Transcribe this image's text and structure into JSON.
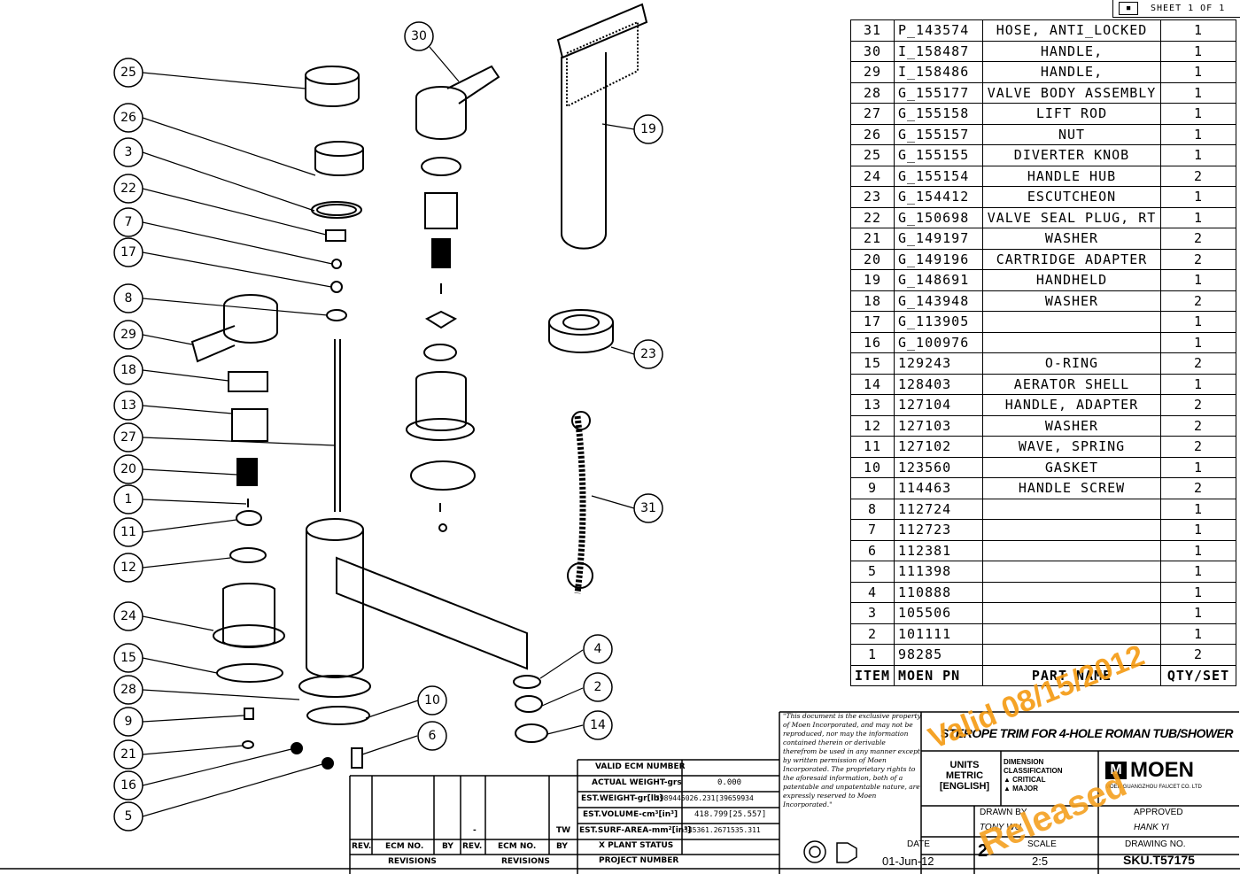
{
  "sheet": {
    "label": "SHEET 1 OF 1"
  },
  "bom": {
    "header": {
      "item": "ITEM",
      "pn": "MOEN PN",
      "name": "PART  NAME",
      "qty": "QTY/SET"
    },
    "rows": [
      {
        "item": "31",
        "pn": "P_143574",
        "name": "HOSE, ANTI_LOCKED",
        "qty": "1"
      },
      {
        "item": "30",
        "pn": "I_158487",
        "name": "HANDLE,",
        "qty": "1"
      },
      {
        "item": "29",
        "pn": "I_158486",
        "name": "HANDLE,",
        "qty": "1"
      },
      {
        "item": "28",
        "pn": "G_155177",
        "name": "VALVE BODY ASSEMBLY",
        "qty": "1"
      },
      {
        "item": "27",
        "pn": "G_155158",
        "name": "LIFT ROD",
        "qty": "1"
      },
      {
        "item": "26",
        "pn": "G_155157",
        "name": "NUT",
        "qty": "1"
      },
      {
        "item": "25",
        "pn": "G_155155",
        "name": "DIVERTER KNOB",
        "qty": "1"
      },
      {
        "item": "24",
        "pn": "G_155154",
        "name": "HANDLE HUB",
        "qty": "2"
      },
      {
        "item": "23",
        "pn": "G_154412",
        "name": "ESCUTCHEON",
        "qty": "1"
      },
      {
        "item": "22",
        "pn": "G_150698",
        "name": "VALVE SEAL PLUG, RT",
        "qty": "1"
      },
      {
        "item": "21",
        "pn": "G_149197",
        "name": "WASHER",
        "qty": "2"
      },
      {
        "item": "20",
        "pn": "G_149196",
        "name": "CARTRIDGE ADAPTER",
        "qty": "2"
      },
      {
        "item": "19",
        "pn": "G_148691",
        "name": "HANDHELD",
        "qty": "1"
      },
      {
        "item": "18",
        "pn": "G_143948",
        "name": "WASHER",
        "qty": "2"
      },
      {
        "item": "17",
        "pn": "G_113905",
        "name": "",
        "qty": "1"
      },
      {
        "item": "16",
        "pn": "G_100976",
        "name": "",
        "qty": "1"
      },
      {
        "item": "15",
        "pn": "129243",
        "name": "O-RING",
        "qty": "2"
      },
      {
        "item": "14",
        "pn": "128403",
        "name": "AERATOR SHELL",
        "qty": "1"
      },
      {
        "item": "13",
        "pn": "127104",
        "name": "HANDLE, ADAPTER",
        "qty": "2"
      },
      {
        "item": "12",
        "pn": "127103",
        "name": "WASHER",
        "qty": "2"
      },
      {
        "item": "11",
        "pn": "127102",
        "name": "WAVE, SPRING",
        "qty": "2"
      },
      {
        "item": "10",
        "pn": "123560",
        "name": "GASKET",
        "qty": "1"
      },
      {
        "item": "9",
        "pn": "114463",
        "name": "HANDLE SCREW",
        "qty": "2"
      },
      {
        "item": "8",
        "pn": "112724",
        "name": "",
        "qty": "1"
      },
      {
        "item": "7",
        "pn": "112723",
        "name": "",
        "qty": "1"
      },
      {
        "item": "6",
        "pn": "112381",
        "name": "",
        "qty": "1"
      },
      {
        "item": "5",
        "pn": "111398",
        "name": "",
        "qty": "1"
      },
      {
        "item": "4",
        "pn": "110888",
        "name": "",
        "qty": "1"
      },
      {
        "item": "3",
        "pn": "105506",
        "name": "",
        "qty": "1"
      },
      {
        "item": "2",
        "pn": "101111",
        "name": "",
        "qty": "1"
      },
      {
        "item": "1",
        "pn": "98285",
        "name": "",
        "qty": "2"
      }
    ]
  },
  "balloons": [
    "25",
    "26",
    "3",
    "22",
    "7",
    "17",
    "8",
    "29",
    "18",
    "13",
    "27",
    "20",
    "1",
    "11",
    "12",
    "24",
    "15",
    "28",
    "9",
    "21",
    "16",
    "5",
    "30",
    "19",
    "23",
    "31",
    "4",
    "2",
    "14",
    "10",
    "6"
  ],
  "title_block": {
    "title": "STEROPE TRIM FOR 4-HOLE ROMAN TUB/SHOWER",
    "units": "UNITS METRIC [ENGLISH]",
    "dimension": "DIMENSION CLASSIFICATION",
    "critical": "CRITICAL",
    "major": "MAJOR",
    "company": "MOEN",
    "company_sub": "MOEN GUANGZHOU FAUCET CO. LTD",
    "drawn_by_label": "DRAWN BY",
    "drawn_by": "TONY WU",
    "approved_label": "APPROVED",
    "approved": "HANK YI",
    "date_label": "DATE",
    "date": "01-Jun-12",
    "sheet_size": "2",
    "scale_label": "SCALE",
    "scale": "2:5",
    "drawing_no_label": "DRAWING NO.",
    "drawing_no": "SKU.T57175",
    "legal": "\"This document is the exclusive property of Moen Incorporated, and may not be reproduced, nor may the information contained therein or derivable therefrom be used in any manner except by written permission of Moen Incorporated. The proprietary rights to the aforesaid information, both of a patentable and unpatentable nature, are expressly reserved to Moen Incorporated.\""
  },
  "ecm": {
    "valid_ecm": "VALID ECM NUMBER",
    "actual_weight": "ACTUAL WEIGHT-grs",
    "actual_weight_val": "0.000",
    "est_weight": "EST.WEIGHT-gr[lb]",
    "est_weight_val": "3989445026.231[39659934",
    "est_volume": "EST.VOLUME-cm³[in³]",
    "est_volume_val": "418.799[25.557]",
    "est_surf": "EST.SURF-AREA-mm²[in²]",
    "est_surf_val": "345361.2671535.311",
    "plant_status": "X PLANT STATUS",
    "project_number": "PROJECT NUMBER",
    "tw": "TW",
    "dash": "-",
    "rev": "REV.",
    "ecm_no": "ECM NO.",
    "by": "BY",
    "revisions": "REVISIONS"
  },
  "stamps": {
    "valid": "Valid 08/15/2012",
    "released": "Released"
  }
}
